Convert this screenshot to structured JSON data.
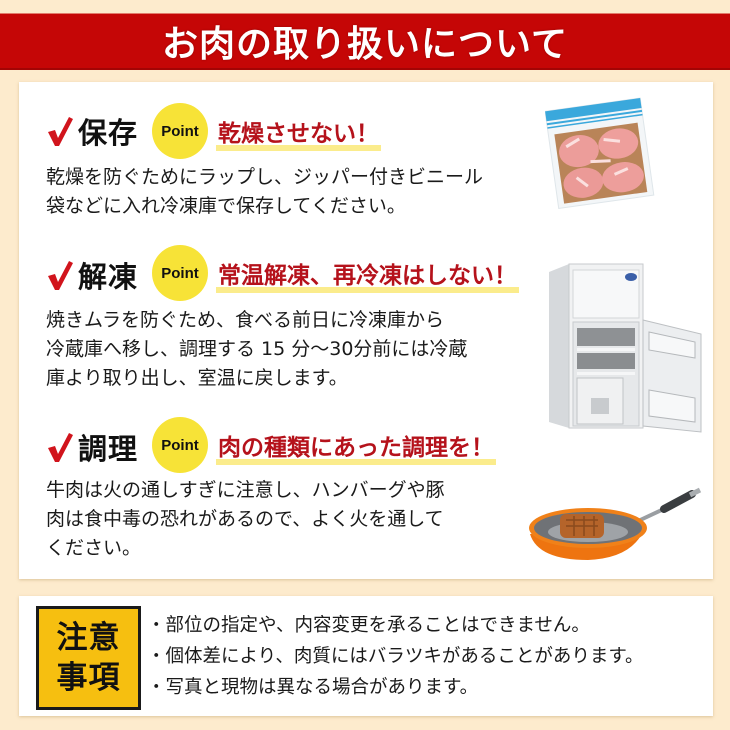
{
  "banner": {
    "title": "お肉の取り扱いについて",
    "color": "#c50606"
  },
  "colors": {
    "background": "#fdebcd",
    "accent_red": "#b5121b",
    "point_yellow": "#f7e337",
    "underline_yellow": "#fbec8c",
    "caution_yellow": "#f6bf10"
  },
  "sections": [
    {
      "heading": "保存",
      "point_label": "Point",
      "subtitle": "乾燥させない！",
      "body": [
        "乾燥を防ぐためにラップし、ジッパー付きビニール",
        "袋などに入れ冷凍庫で保存してください。"
      ],
      "illustration": "zipper-bag-with-meat"
    },
    {
      "heading": "解凍",
      "point_label": "Point",
      "subtitle": "常温解凍、再冷凍はしない！",
      "body": [
        "焼きムラを防ぐため、食べる前日に冷凍庫から",
        "冷蔵庫へ移し、調理する 15 分～30分前には冷蔵",
        "庫より取り出し、室温に戻します。"
      ],
      "illustration": "open-refrigerator"
    },
    {
      "heading": "調理",
      "point_label": "Point",
      "subtitle": "肉の種類にあった調理を！",
      "body": [
        "牛肉は火の通しすぎに注意し、ハンバーグや豚",
        "肉は食中毒の恐れがあるので、よく火を通して",
        "ください。"
      ],
      "illustration": "frying-pan-with-steak"
    }
  ],
  "notice": {
    "label_line1": "注意",
    "label_line2": "事項",
    "items": [
      "部位の指定や、内容変更を承ることはできません。",
      "個体差により、肉質にはバラツキがあることがあります。",
      "写真と現物は異なる場合があります。"
    ]
  }
}
